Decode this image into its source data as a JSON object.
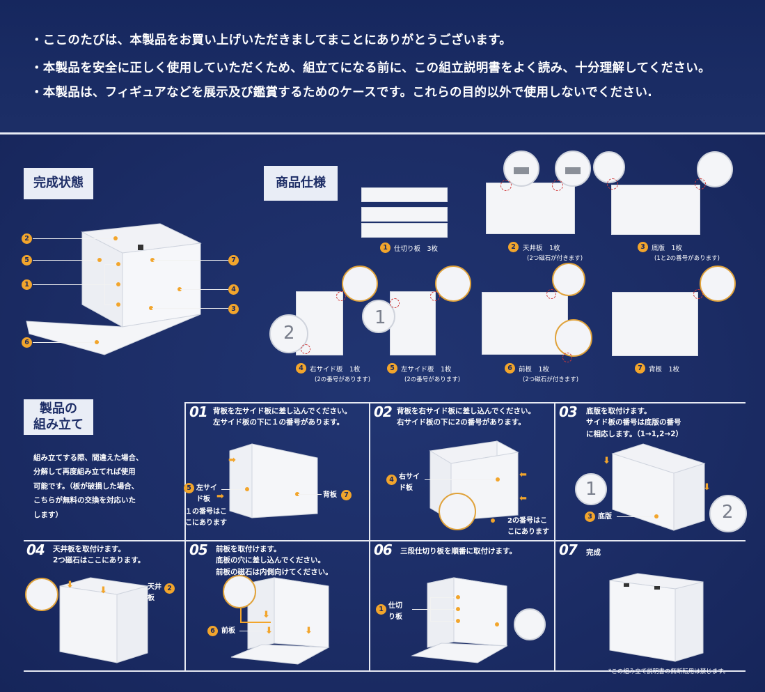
{
  "notices": [
    "・ここのたびは、本製品をお買い上げいただきましてまことにありがとうございます。",
    "・本製品を安全に正しく使用していただくため、組立てになる前に、この組立説明書をよく読み、十分理解してください。",
    "・本製品は、フィギュアなどを展示及び鑑賞するためのケースです。これらの目的以外で使用しないでください."
  ],
  "sections": {
    "completed": "完成状態",
    "specs": "商品仕様",
    "assembly_line1": "製品の",
    "assembly_line2": "組み立て"
  },
  "numbers": [
    "1",
    "2",
    "3",
    "4",
    "5",
    "6",
    "7"
  ],
  "parts": [
    {
      "num": "1",
      "name": "仕切り板　3枚",
      "note": ""
    },
    {
      "num": "2",
      "name": "天井板　1枚",
      "note": "(2つ磁石が付きます)"
    },
    {
      "num": "3",
      "name": "底版　1枚",
      "note": "(1と2の番号があります)"
    },
    {
      "num": "4",
      "name": "右サイド板　1枚",
      "note": "(2の番号があります)"
    },
    {
      "num": "5",
      "name": "左サイド板　1枚",
      "note": "(2の番号があります)"
    },
    {
      "num": "6",
      "name": "前板　1枚",
      "note": "(2つ磁石が付きます)"
    },
    {
      "num": "7",
      "name": "背板　1枚",
      "note": ""
    }
  ],
  "zoom_digits": {
    "two": "2",
    "one": "1"
  },
  "assembly_desc": [
    "組み立てする際、間違えた場合、",
    "分解して再度組み立てれば使用",
    "可能です。（板が破損した場合、",
    "こちらが無料の交換を対応いた",
    "します）"
  ],
  "steps": [
    {
      "num": "01",
      "lines": [
        "背板を左サイド板に差し込んでください。",
        "左サイド板の下に１の番号があります。"
      ]
    },
    {
      "num": "02",
      "lines": [
        "背板を右サイド板に差し込んでください。",
        "右サイド板の下に2の番号があります。"
      ]
    },
    {
      "num": "03",
      "lines": [
        "底版を取付けます。",
        "サイド板の番号は底版の番号",
        "に相応します。（1→1,2→2）"
      ]
    },
    {
      "num": "04",
      "lines": [
        "天井板を取付けます。",
        "2つ磁石はここにあります。"
      ]
    },
    {
      "num": "05",
      "lines": [
        "前板を取付けます。",
        "底板の穴に差し込んでください。",
        "前板の磁石は内側向けてください。"
      ]
    },
    {
      "num": "06",
      "lines": [
        "三段仕切り板を順番に取付けます。"
      ]
    },
    {
      "num": "07",
      "lines": [
        "完成"
      ]
    }
  ],
  "step_labels": {
    "s1_left_line1": "左サイ",
    "s1_left_line2": "ド板",
    "s1_back": "背板",
    "s1_note_line1": "１の番号はこ",
    "s1_note_line2": "こにあります",
    "s2_right_line1": "右サイ",
    "s2_right_line2": "ド板",
    "s2_note_line1": "2の番号はこ",
    "s2_note_line2": "こにあります",
    "s3_bottom": "底版",
    "s4_top_line1": "天井",
    "s4_top_line2": "板",
    "s5_front": "前板",
    "s6_div_line1": "仕切",
    "s6_div_line2": "り板"
  },
  "footnote": "*この組み立て説明書の無断転用は禁じます。",
  "colors": {
    "navy": "#1b2a5e",
    "accent": "#f2a52c",
    "panel": "#f4f5f8"
  }
}
